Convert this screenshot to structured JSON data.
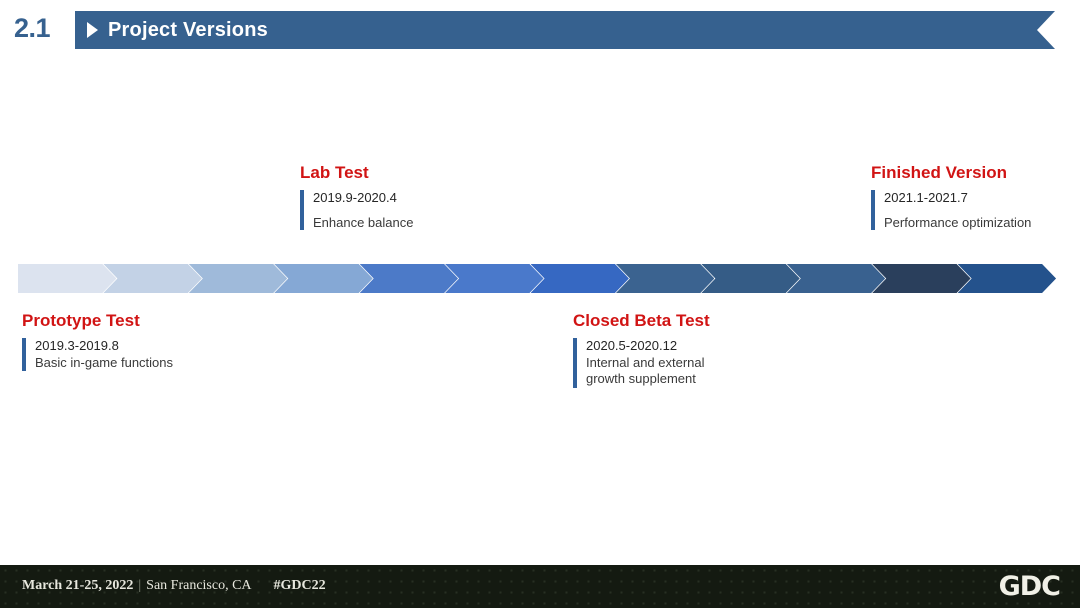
{
  "header": {
    "slide_number": "2.1",
    "title": "Project Versions",
    "banner_color": "#36618f",
    "chevron_icon": "triangle-right-icon",
    "end_notch_icon": "chevron-left-notch-icon"
  },
  "timeline": {
    "type": "chevron-progress-band",
    "segment_count": 12,
    "segment_colors": [
      "#dce3ef",
      "#c3d2e6",
      "#9fbada",
      "#85a8d5",
      "#4c7ac8",
      "#4a79cb",
      "#3668c2",
      "#3b6390",
      "#355c86",
      "#39618f",
      "#2a3f5c",
      "#24528c"
    ],
    "accent_bar_color": "#31619c"
  },
  "milestones": [
    {
      "id": "lab-test",
      "title": "Lab Test",
      "date": "2019.9-2020.4",
      "description": "Enhance balance",
      "position": "above"
    },
    {
      "id": "finished-version",
      "title": "Finished Version",
      "date": "2021.1-2021.7",
      "description": "Performance optimization",
      "position": "above"
    },
    {
      "id": "prototype-test",
      "title": "Prototype Test",
      "date": "2019.3-2019.8",
      "description": "Basic in-game functions",
      "position": "below"
    },
    {
      "id": "closed-beta-test",
      "title": "Closed Beta Test",
      "date": "2020.5-2020.12",
      "description": "Internal and external\ngrowth supplement",
      "position": "below"
    }
  ],
  "footer": {
    "date": "March 21-25, 2022",
    "separator": "|",
    "city": "San Francisco, CA",
    "hashtag": "#GDC22",
    "logo": "GDC",
    "background_color": "#141a11"
  },
  "theme": {
    "title_red": "#d11414",
    "steel_blue": "#36618f",
    "body_text": "#262626"
  }
}
